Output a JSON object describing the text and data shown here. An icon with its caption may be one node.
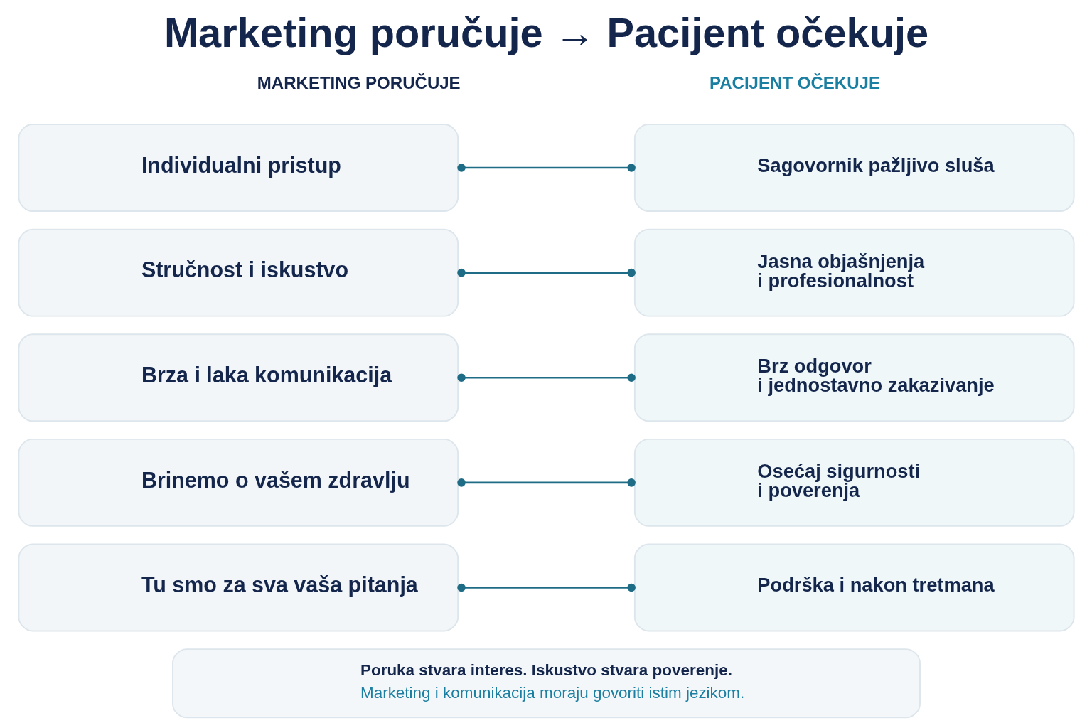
{
  "diagram": {
    "title": "Marketing poručuje → Pacijent očekuje",
    "nodes": [
      {
        "text": [
          "Individualni pristup"
        ]
      },
      {
        "text": [
          "Stručnost i iskustvo"
        ]
      },
      {
        "text": [
          "Brza i laka komunikacija"
        ]
      },
      {
        "text": [
          "Brinemo o vašem zdravlju"
        ]
      },
      {
        "text": [
          "Tu smo za sva vaša pitanja"
        ]
      },
      {
        "text": [
          "Sagovornik pažljivo sluša"
        ]
      },
      {
        "text": [
          "Jasna objašnjenja i profesionalnost"
        ]
      },
      {
        "text": [
          "Brz odgovor i jednostavno zakazivanje"
        ]
      },
      {
        "text": [
          "Osećaj sigurnosti i poverenja"
        ]
      },
      {
        "text": [
          "Podrška i nakon tretmana"
        ]
      },
      {
        "text": [
          "Poruka stvara interes. Iskustvo stvara poverenje.",
          "Marketing i komunikacija moraju govoriti istim jezikom."
        ]
      }
    ],
    "edges": [
      {
        "from": 0,
        "to": 5,
        "arrow": "other"
      },
      {
        "from": 1,
        "to": 6,
        "arrow": "other"
      },
      {
        "from": 2,
        "to": 7,
        "arrow": "other"
      },
      {
        "from": 3,
        "to": 8,
        "arrow": "other"
      },
      {
        "from": 4,
        "to": 9,
        "arrow": "other"
      }
    ],
    "labels": [
      "MARKETING PORUČUJE",
      "PACIJENT OČEKUJE"
    ]
  }
}
